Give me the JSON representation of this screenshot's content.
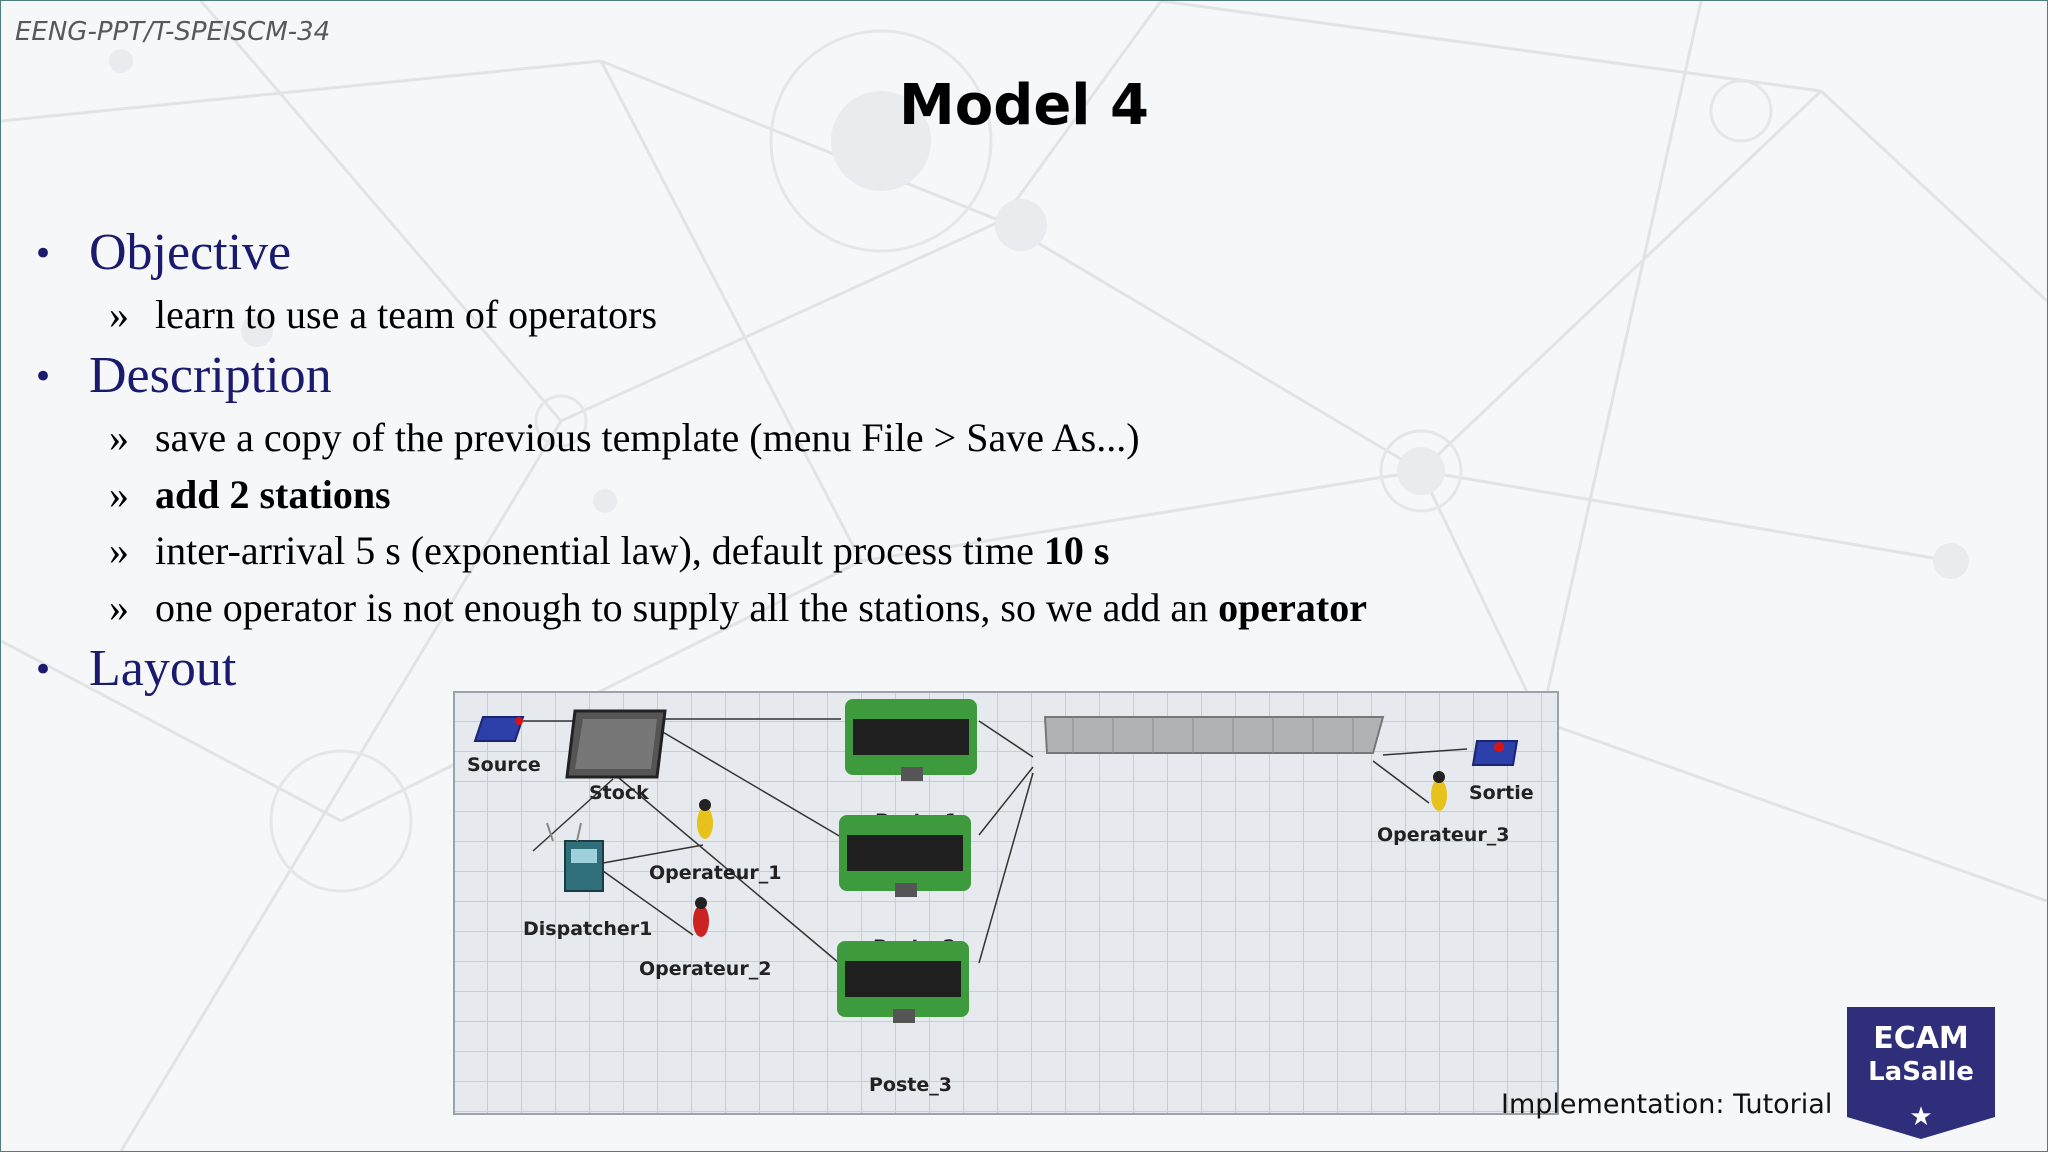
{
  "slide": {
    "reference": "EENG-PPT/T-SPEISCM-34",
    "title": "Model 4",
    "bullets": [
      {
        "label": "Objective"
      },
      {
        "label": "Description"
      },
      {
        "label": "Layout"
      }
    ],
    "objective_items": [
      "learn to use a team of operators"
    ],
    "description_items": {
      "item1": "save a copy of the previous template (menu File > Save As...)",
      "item2": "add 2 stations",
      "item3_prefix": "inter-arrival 5 s (exponential law), default process time ",
      "item3_bold": "10 s",
      "item4_prefix": "one operator is not enough to supply all the stations, so we add an ",
      "item4_bold": "operator"
    },
    "sub_marker": "»",
    "bullet_marker": "•",
    "footer": "Implementation: Tutorial",
    "logo": {
      "line1": "ECAM",
      "line2": "LaSalle",
      "star": "★"
    }
  },
  "layout_model": {
    "nodes": {
      "source": "Source",
      "stock": "Stock",
      "dispatcher": "Dispatcher1",
      "operator1": "Operateur_1",
      "operator2": "Operateur_2",
      "operator3": "Operateur_3",
      "poste1": "Poste_1",
      "poste2": "Poste_2",
      "poste3": "Poste_3",
      "sortie": "Sortie"
    }
  },
  "colors": {
    "accent_navy": "#1a1a6e",
    "logo_bg": "#2e2e7a",
    "frame": "#4f7f7a",
    "machine_green": "#3d9a3d"
  }
}
